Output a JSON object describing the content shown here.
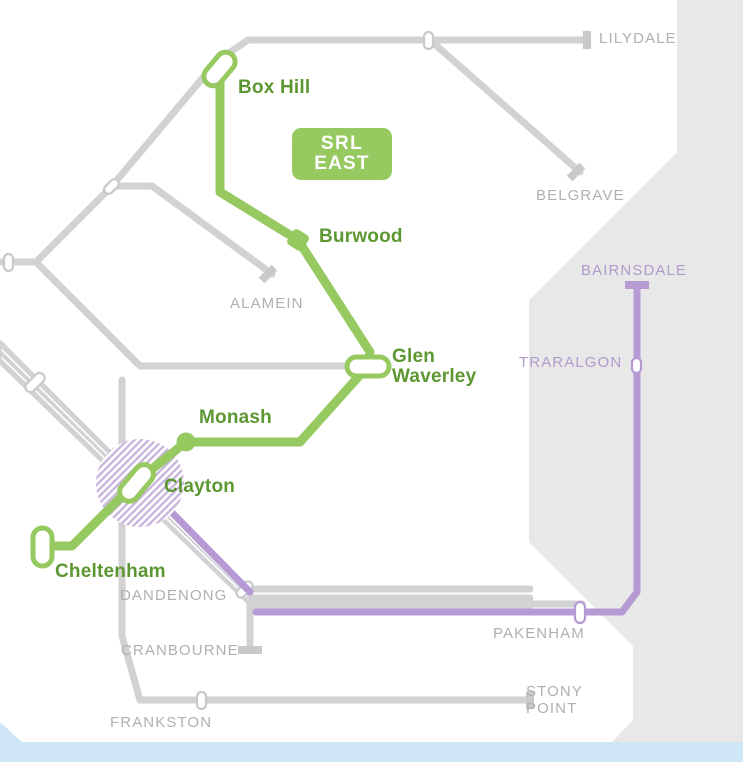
{
  "map": {
    "title": "SRL East network map",
    "badge": {
      "line1": "SRL",
      "line2": "EAST"
    },
    "colors": {
      "srl_green": "#96c95f",
      "srl_green_text": "#5d9732",
      "metro_grey": "#d2d2d4",
      "metro_grey_text": "#b0b0b2",
      "vline_purple": "#b69ad4",
      "vline_purple_text": "#b09bcc",
      "region_fill": "#e8e8e8",
      "water_fill": "#cfe6f7",
      "hatch_circle": "#b49ad0",
      "background": "#ffffff"
    },
    "srl_stations": [
      {
        "id": "box-hill",
        "label": "Box Hill",
        "marker": "capsule-diagonal"
      },
      {
        "id": "burwood",
        "label": "Burwood",
        "marker": "square-filled"
      },
      {
        "id": "glen-waverley",
        "label": "Glen\nWaverley",
        "marker": "capsule-horizontal"
      },
      {
        "id": "monash",
        "label": "Monash",
        "marker": "circle-filled"
      },
      {
        "id": "clayton",
        "label": "Clayton",
        "marker": "capsule-diagonal"
      },
      {
        "id": "cheltenham",
        "label": "Cheltenham",
        "marker": "capsule-vertical"
      }
    ],
    "metro_terminals": [
      {
        "id": "lilydale",
        "label": "LILYDALE"
      },
      {
        "id": "belgrave",
        "label": "BELGRAVE"
      },
      {
        "id": "alamein",
        "label": "ALAMEIN"
      },
      {
        "id": "dandenong",
        "label": "DANDENONG"
      },
      {
        "id": "cranbourne",
        "label": "CRANBOURNE"
      },
      {
        "id": "frankston",
        "label": "FRANKSTON"
      },
      {
        "id": "stony-point",
        "label": "STONY\nPOINT"
      },
      {
        "id": "pakenham",
        "label": "PAKENHAM"
      }
    ],
    "vline_terminals": [
      {
        "id": "bairnsdale",
        "label": "BAIRNSDALE"
      },
      {
        "id": "traralgon",
        "label": "TRARALGON"
      }
    ],
    "labels": {
      "box_hill": "Box Hill",
      "burwood": "Burwood",
      "glen_waverley_1": "Glen",
      "glen_waverley_2": "Waverley",
      "monash": "Monash",
      "clayton": "Clayton",
      "cheltenham": "Cheltenham",
      "lilydale": "LILYDALE",
      "belgrave": "BELGRAVE",
      "alamein": "ALAMEIN",
      "dandenong": "DANDENONG",
      "cranbourne": "CRANBOURNE",
      "frankston": "FRANKSTON",
      "stony_point_1": "STONY",
      "stony_point_2": "POINT",
      "pakenham": "PAKENHAM",
      "bairnsdale": "BAIRNSDALE",
      "traralgon": "TRARALGON"
    }
  }
}
